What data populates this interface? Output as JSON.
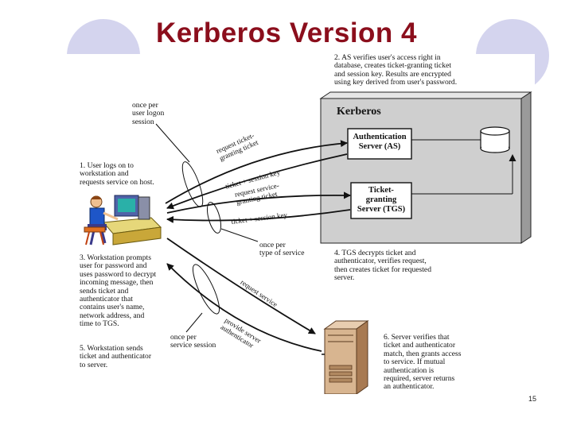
{
  "slide": {
    "title": "Kerberos Version 4",
    "page_number": "15"
  },
  "diagram": {
    "kerberos_box": {
      "title": "Kerberos"
    },
    "as_box": {
      "label": "Authentication\nServer (AS)"
    },
    "tgs_box": {
      "label": "Ticket-\ngranting\nServer (TGS)"
    },
    "arrow_labels": {
      "request_tgt": "request ticket-\ngranting ticket",
      "ticket_session_key_1": "ticket + session key",
      "request_service_gt": "request service-\ngranting ticket",
      "ticket_session_key_2": "ticket + session key",
      "request_service": "request service",
      "provide_authenticator": "provide server\nauthenticator"
    },
    "notes": {
      "once_per_logon": "once per\nuser logon\nsession",
      "once_per_service_type": "once per\ntype of service",
      "once_per_service_session": "once per\nservice session"
    },
    "steps": {
      "step1": "1. User logs on to\nworkstation and\nrequests service on host.",
      "step2": "2. AS verifies user's access right in\ndatabase, creates ticket-granting ticket\nand session key. Results are encrypted\nusing key derived from user's password.",
      "step3": "3. Workstation prompts\nuser for password and\nuses password to decrypt\nincoming message, then\nsends ticket and\nauthenticator that\ncontains user's name,\nnetwork address, and\ntime to TGS.",
      "step4": "4. TGS decrypts ticket and\nauthenticator, verifies request,\nthen creates ticket for requested\nserver.",
      "step5": "5. Workstation sends\nticket and authenticator\nto server.",
      "step6": "6. Server verifies that\nticket and authenticator\nmatch, then grants access\nto service. If mutual\nauthentication is\nrequired, server returns\nan authenticator."
    }
  }
}
